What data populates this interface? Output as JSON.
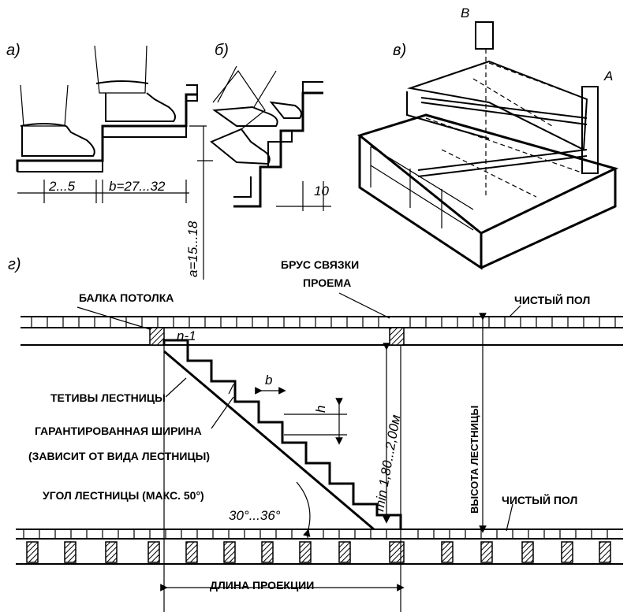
{
  "panels": {
    "a": "а)",
    "b": "б)",
    "v": "в)",
    "g": "г)"
  },
  "panel_a": {
    "dim_gap": "2...5",
    "dim_b": "b=27...32",
    "dim_a": "a=15...18"
  },
  "panel_b": {
    "dim_10": "10"
  },
  "panel_v": {
    "point_b": "В",
    "point_a": "А"
  },
  "panel_g": {
    "label_beam": "БАЛКА ПОТОЛКА",
    "label_tie_1": "БРУС СВЯЗКИ",
    "label_tie_2": "ПРОЕМА",
    "label_floor_top": "ЧИСТЫЙ ПОЛ",
    "label_floor_bottom": "ЧИСТЫЙ ПОЛ",
    "label_stringers": "ТЕТИВЫ ЛЕСТНИЦЫ",
    "label_width_1": "ГАРАНТИРОВАННАЯ ШИРИНА",
    "label_width_2": "(ЗАВИСИТ ОТ ВИДА ЛЕСТНИЦЫ)",
    "label_angle": "УГОЛ ЛЕСТНИЦЫ (МАКС. 50°)",
    "angle_range": "30°...36°",
    "label_n": "n-1",
    "label_b": "b",
    "label_h": "h",
    "label_min": "min 1,80...2,00м",
    "label_height": "ВЫСОТА ЛЕСТНИЦЫ",
    "label_length": "ДЛИНА ПРОЕКЦИИ"
  }
}
